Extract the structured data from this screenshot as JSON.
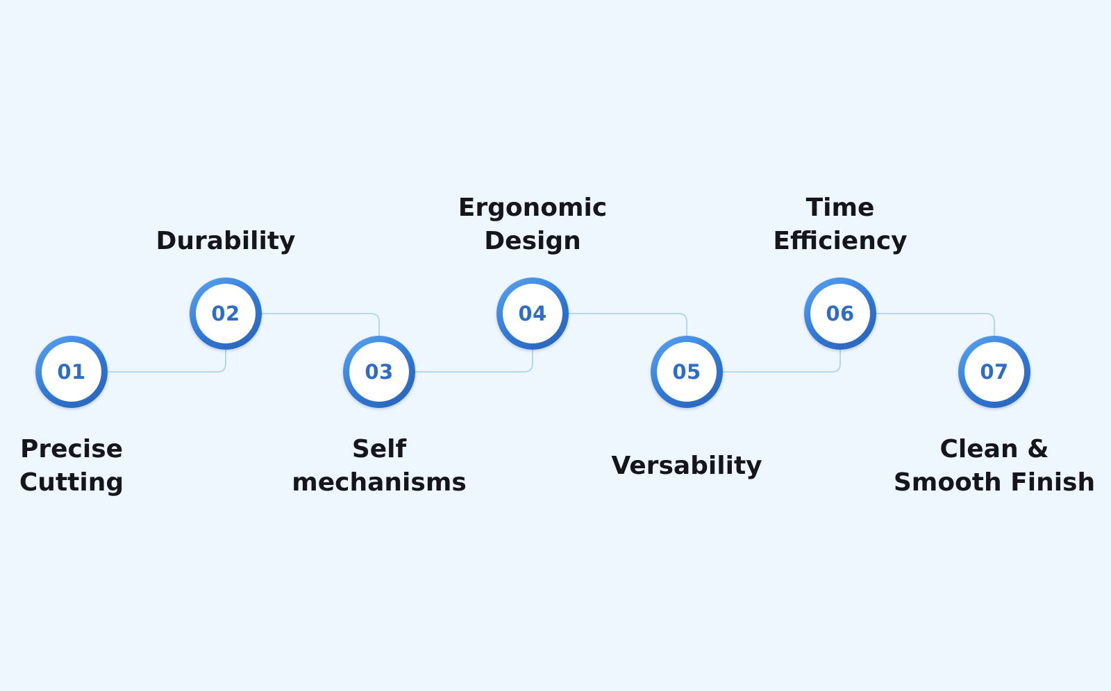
{
  "diagram": {
    "colors": {
      "background": "#eff7fe",
      "connector": "#b5d7ee",
      "ring": "#3b82e0",
      "number": "#2f6cc4",
      "label": "#15151c"
    },
    "steps": [
      {
        "number": "01",
        "label_lines": [
          "Precise",
          "Cutting"
        ]
      },
      {
        "number": "02",
        "label_lines": [
          "Durability"
        ]
      },
      {
        "number": "03",
        "label_lines": [
          "Self",
          "mechanisms"
        ]
      },
      {
        "number": "04",
        "label_lines": [
          "Ergonomic",
          "Design"
        ]
      },
      {
        "number": "05",
        "label_lines": [
          "Versability"
        ]
      },
      {
        "number": "06",
        "label_lines": [
          "Time",
          "Efficiency"
        ]
      },
      {
        "number": "07",
        "label_lines": [
          "Clean &",
          "Smooth Finish"
        ]
      }
    ]
  }
}
